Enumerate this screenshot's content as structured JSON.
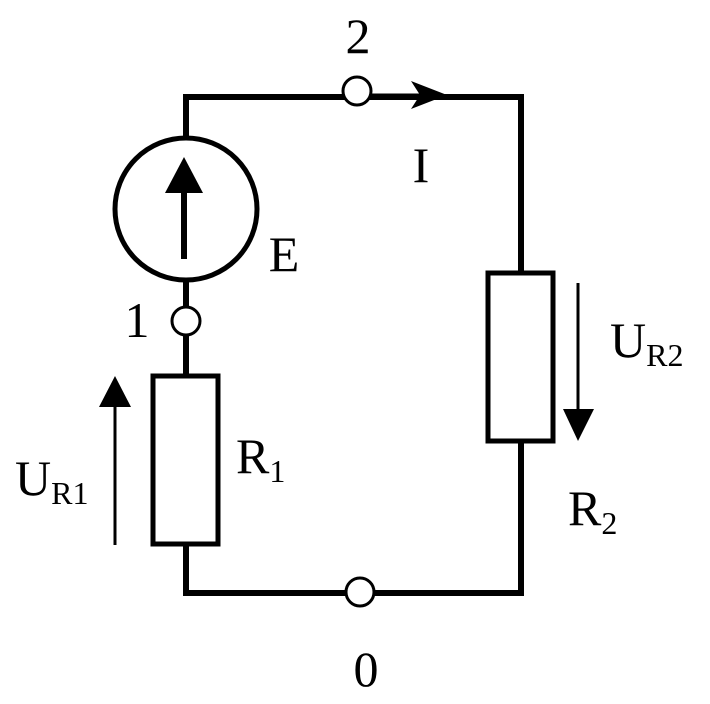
{
  "diagram": {
    "nodes": {
      "n2": "2",
      "n1": "1",
      "n0": "0"
    },
    "current": "I",
    "source": "E",
    "r1": {
      "base": "R",
      "sub": "1"
    },
    "r2": {
      "base": "R",
      "sub": "2"
    },
    "ur1": {
      "base": "U",
      "sub": "R1"
    },
    "ur2": {
      "base": "U",
      "sub": "R2"
    }
  }
}
